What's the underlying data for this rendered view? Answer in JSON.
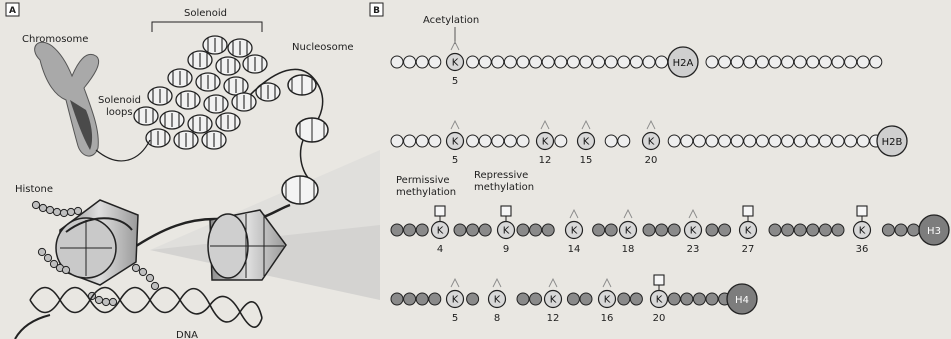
{
  "panel_a": {
    "panel_label": "A",
    "labels": {
      "chromosome": "Chromosome",
      "solenoid": "Solenoid",
      "nucleosome": "Nucleosome",
      "solenoid_loops_line1": "Solenoid",
      "solenoid_loops_line2": "loops",
      "histone": "Histone",
      "dna": "DNA"
    }
  },
  "panel_b": {
    "panel_label": "B",
    "labels": {
      "acetylation": "Acetylation",
      "permissive_line1": "Permissive",
      "permissive_line2": "methylation",
      "repressive_line1": "Repressive",
      "repressive_line2": "methylation"
    },
    "residue_symbol": "K",
    "histones": [
      {
        "name": "H2A",
        "sites": [
          "5"
        ]
      },
      {
        "name": "H2B",
        "sites": [
          "5",
          "12",
          "15",
          "20"
        ]
      },
      {
        "name": "H3",
        "sites": [
          "4",
          "9",
          "14",
          "18",
          "23",
          "27",
          "36"
        ]
      },
      {
        "name": "H4",
        "sites": [
          "5",
          "8",
          "12",
          "16",
          "20"
        ]
      }
    ]
  }
}
